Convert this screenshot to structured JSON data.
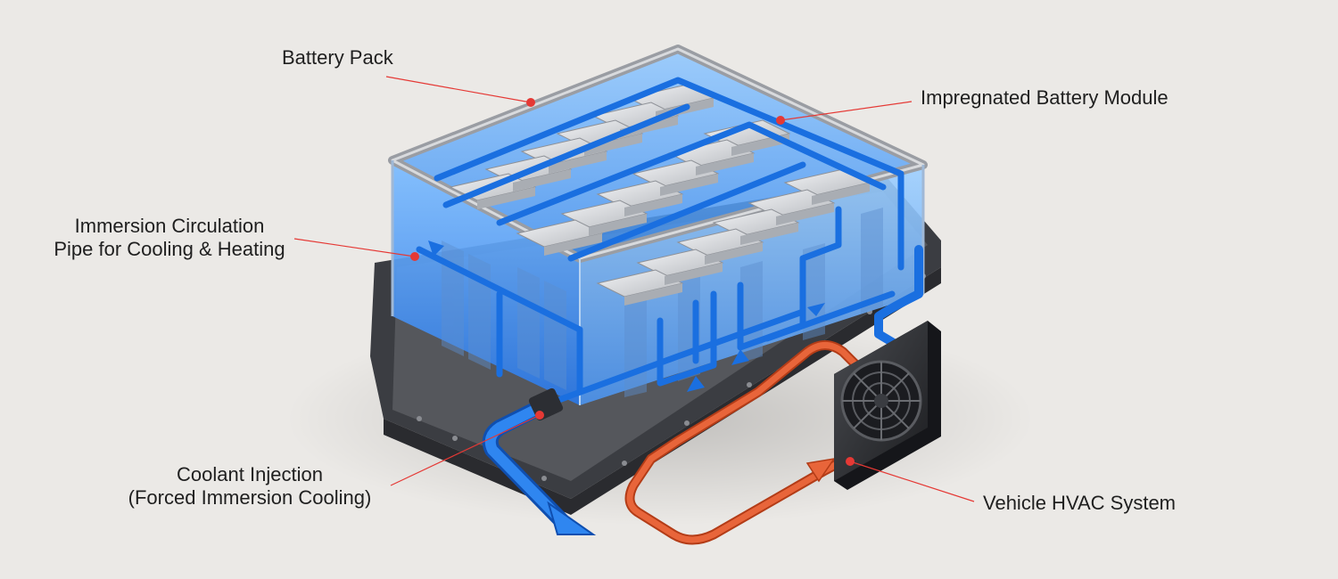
{
  "labels": {
    "battery_pack": "Battery Pack",
    "impregnated_module": "Impregnated Battery Module",
    "immersion_pipe_line1": "Immersion Circulation",
    "immersion_pipe_line2": "Pipe for Cooling & Heating",
    "coolant_line1": "Coolant Injection",
    "coolant_line2": "(Forced Immersion Cooling)",
    "hvac": "Vehicle HVAC System"
  },
  "colors": {
    "background": "#ebe9e6",
    "leader_line": "#e53935",
    "coolant_blue": "#1e73e8",
    "hot_pipe": "#e0552b",
    "tray": "#3d3f44",
    "cell": "#d7d9dc"
  }
}
